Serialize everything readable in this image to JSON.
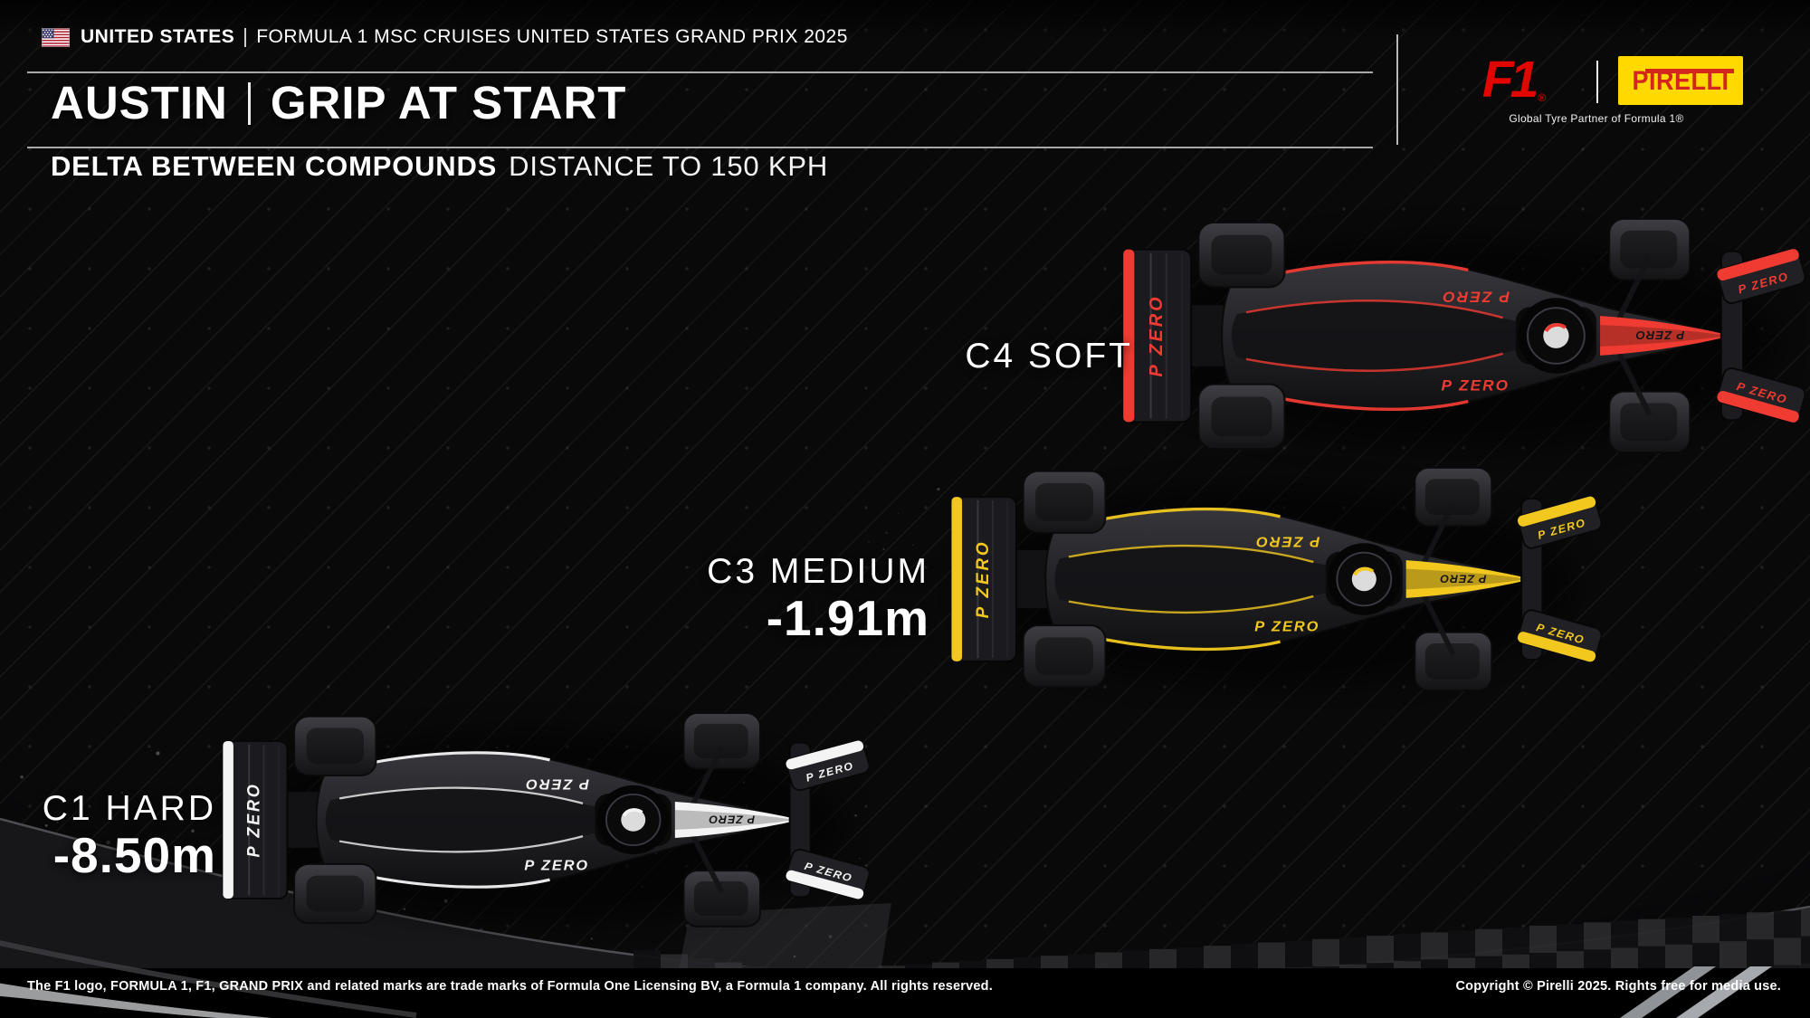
{
  "header": {
    "country": "UNITED STATES",
    "event": "FORMULA 1 MSC CRUISES UNITED STATES GRAND PRIX 2025",
    "title_location": "AUSTIN",
    "title_subject": "GRIP AT START",
    "subtitle_bold": "DELTA BETWEEN COMPOUNDS",
    "subtitle_regular": "DISTANCE TO 150 KPH"
  },
  "branding": {
    "f1_text": "F1",
    "reg_mark": "®",
    "pirelli_text": "PIRELLI",
    "partner_text": "Global Tyre Partner of Formula 1®",
    "pzero_mark": "P ZERO",
    "colors": {
      "f1_red": "#e10600",
      "pirelli_yellow": "#ffd900",
      "pirelli_red": "#d3271d"
    }
  },
  "compounds": [
    {
      "code": "C4",
      "type": "SOFT",
      "label": "C4 SOFT",
      "delta": "",
      "delta_m": 0,
      "color": "#ef3b31"
    },
    {
      "code": "C3",
      "type": "MEDIUM",
      "label": "C3 MEDIUM",
      "delta": "-1.91m",
      "delta_m": -1.91,
      "color": "#f2c81f"
    },
    {
      "code": "C1",
      "type": "HARD",
      "label": "C1 HARD",
      "delta": "-8.50m",
      "delta_m": -8.5,
      "color": "#f4f4f4"
    }
  ],
  "chart_data": {
    "type": "pictorial-comparison",
    "title": "AUSTIN | GRIP AT START",
    "subtitle": "DELTA BETWEEN COMPOUNDS - DISTANCE TO 150 KPH",
    "categories": [
      "C4 SOFT",
      "C3 MEDIUM",
      "C1 HARD"
    ],
    "values": [
      0,
      -1.91,
      -8.5
    ],
    "unit": "m"
  },
  "footer": {
    "left": "The F1 logo, FORMULA 1, F1, GRAND PRIX and related marks are trade marks of Formula One Licensing BV, a Formula 1 company. All rights reserved.",
    "right": "Copyright © Pirelli 2025. Rights free for media use."
  }
}
